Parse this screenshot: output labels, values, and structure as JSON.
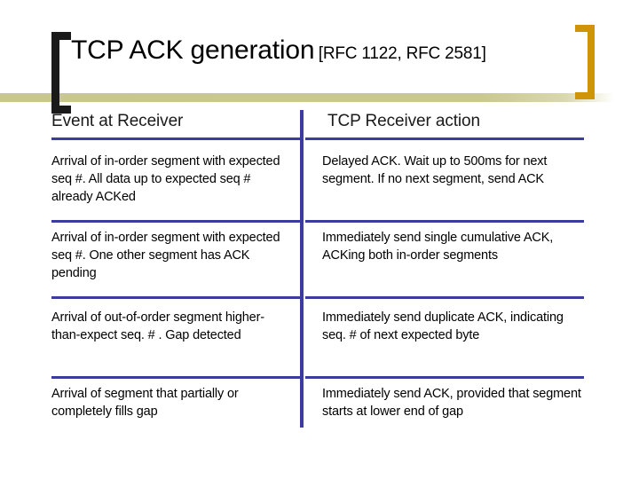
{
  "slide": {
    "title_main": "TCP ACK generation",
    "title_sub": "[RFC 1122, RFC 2581]",
    "accent_colors": {
      "bracket_left": "#1a1a1a",
      "bracket_right": "#cf9409",
      "rule_blue": "#3b3ba0",
      "band_khaki": "#c8c78f"
    }
  },
  "table": {
    "headers": {
      "event": "Event at Receiver",
      "action": "TCP Receiver action"
    },
    "rows": [
      {
        "event": "Arrival of in-order segment with expected seq #. All data up to expected seq # already ACKed",
        "action": "Delayed ACK. Wait up to 500ms for next segment. If no next segment, send ACK"
      },
      {
        "event": "Arrival of in-order segment with expected seq #. One other segment has ACK pending",
        "action": "Immediately send single cumulative ACK, ACKing both in-order segments"
      },
      {
        "event": "Arrival of out-of-order segment higher-than-expect seq. # . Gap detected",
        "action": "Immediately send duplicate ACK, indicating seq. # of next expected byte"
      },
      {
        "event": "Arrival of segment that partially or completely fills gap",
        "action": "Immediately send ACK, provided that segment starts at lower end of gap"
      }
    ]
  }
}
